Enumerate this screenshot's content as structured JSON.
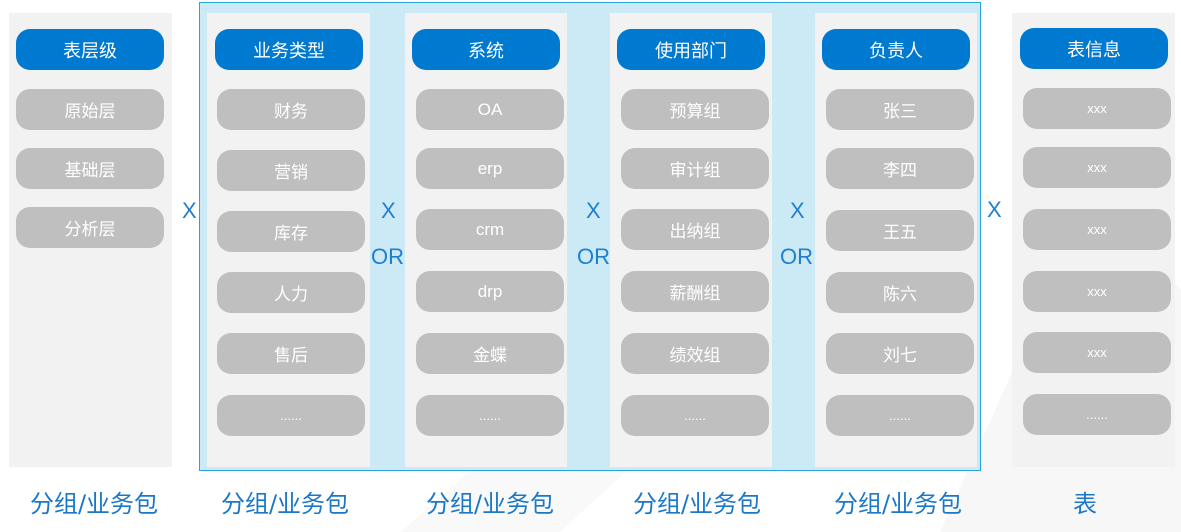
{
  "columns": [
    {
      "header": "表层级",
      "items": [
        "原始层",
        "基础层",
        "分析层"
      ],
      "caption": "分组/业务包"
    },
    {
      "header": "业务类型",
      "items": [
        "财务",
        "营销",
        "库存",
        "人力",
        "售后",
        "......"
      ],
      "caption": "分组/业务包"
    },
    {
      "header": "系统",
      "items": [
        "OA",
        "erp",
        "crm",
        "drp",
        "金蝶",
        "......"
      ],
      "caption": "分组/业务包"
    },
    {
      "header": "使用部门",
      "items": [
        "预算组",
        "审计组",
        "出纳组",
        "薪酬组",
        "绩效组",
        "......"
      ],
      "caption": "分组/业务包"
    },
    {
      "header": "负责人",
      "items": [
        "张三",
        "李四",
        "王五",
        "陈六",
        "刘七",
        "......"
      ],
      "caption": "分组/业务包"
    },
    {
      "header": "表信息",
      "items": [
        "xxx",
        "xxx",
        "xxx",
        "xxx",
        "xxx",
        "......"
      ],
      "caption": "表"
    }
  ],
  "operators": {
    "cross": "X",
    "or": "OR"
  },
  "colors": {
    "accent": "#0079d1",
    "item": "#bfbfbf",
    "panel": "#f2f2f2",
    "group_bg": "#cce9f6",
    "group_border": "#2aa4df",
    "caption": "#1b78c8"
  }
}
